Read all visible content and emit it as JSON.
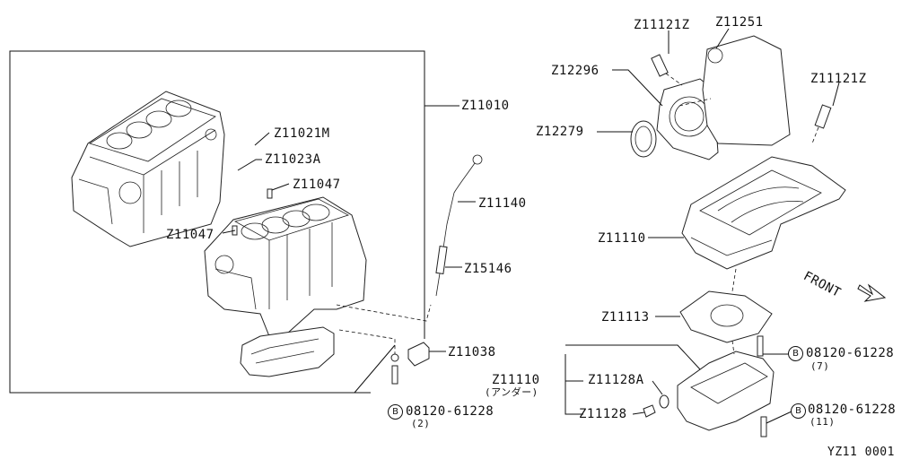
{
  "labels": {
    "z11010": "Z11010",
    "z11021m": "Z11021M",
    "z11023a": "Z11023A",
    "z11047_a": "Z11047",
    "z11047_b": "Z11047",
    "z11140": "Z11140",
    "z15146": "Z15146",
    "z11038": "Z11038",
    "b": "B",
    "bolt_part": "08120-61228",
    "qty_2": "(2)",
    "qty_7": "(7)",
    "qty_11": "(11)",
    "z11121z_a": "Z11121Z",
    "z11121z_b": "Z11121Z",
    "z11251": "Z11251",
    "z12296": "Z12296",
    "z12279": "Z12279",
    "z11110": "Z11110",
    "front": "FRONT",
    "z11113": "Z11113",
    "z11110_under": "Z11110",
    "under_jp": "(アンダー)",
    "z11128a": "Z11128A",
    "z11128": "Z11128",
    "diagram_code": "YZ11 0001"
  }
}
